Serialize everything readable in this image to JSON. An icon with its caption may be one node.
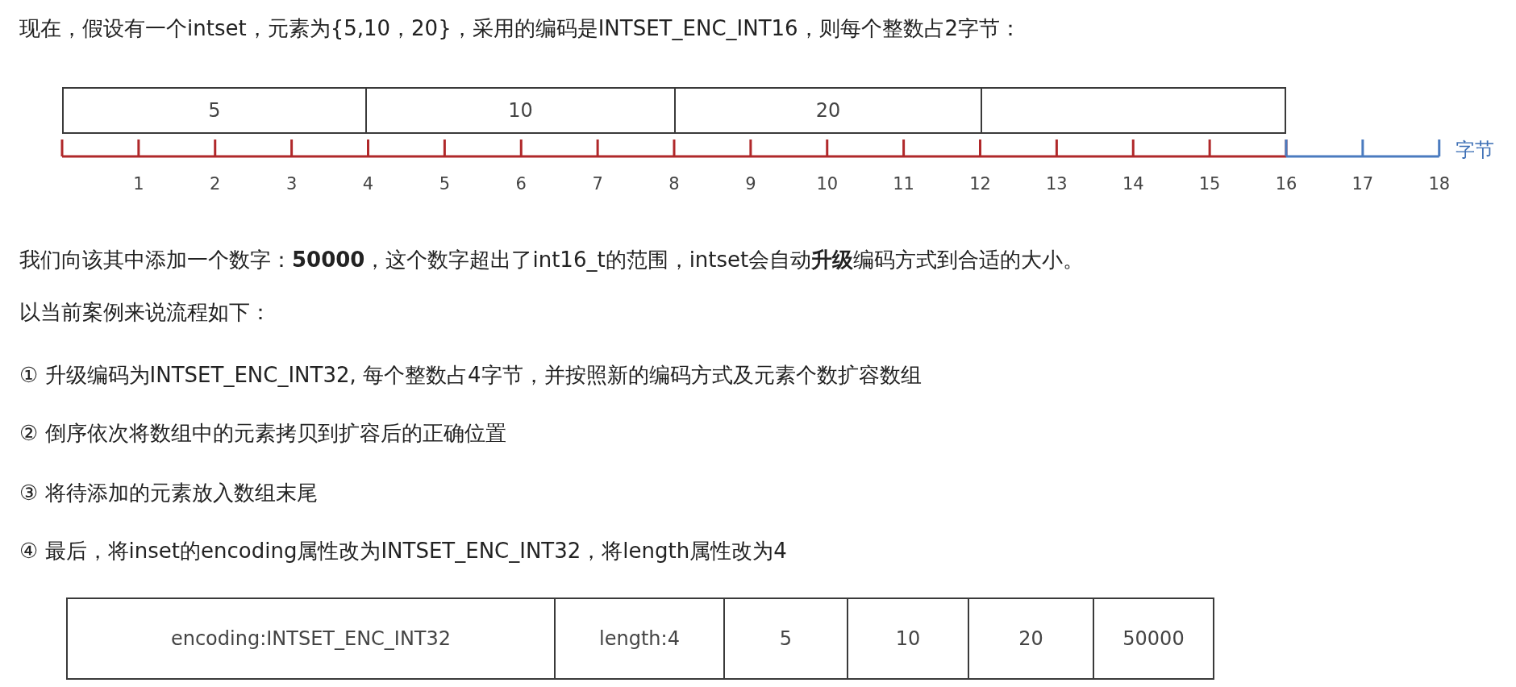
{
  "diagram": {
    "nodes": [
      {
        "text": [
          "5"
        ]
      },
      {
        "text": [
          "10"
        ]
      },
      {
        "text": [
          "20"
        ]
      },
      {
        "text": [],
        "shape": "box"
      },
      {
        "text": [
          "encoding:INTSET_ENC_INT32"
        ]
      },
      {
        "text": [
          "length:4"
        ]
      },
      {
        "text": [
          "5"
        ]
      },
      {
        "text": [
          "10"
        ]
      },
      {
        "text": [
          "20"
        ]
      },
      {
        "text": [
          "50000"
        ]
      }
    ],
    "edges": [],
    "labels": [
      "现在，假设有一个intset，元素为{5,10，20}，采用的编码是INTSET_ENC_INT16，则每个整数占2字节：",
      "1",
      "2",
      "3",
      "4",
      "5",
      "6",
      "7",
      "8",
      "9",
      "10",
      "11",
      "12",
      "13",
      "14",
      "15",
      "16",
      "17",
      "18",
      "字节",
      "我们向该其中添加一个数字：**50000**，这个数字超出了int16_t的范围，intset会自动**升级**编码方式到合适的大小。",
      "以当前案例来说流程如下：",
      "①  升级编码为INTSET_ENC_INT32, 每个整数占4字节，并按照新的编码方式及元素个数扩容数组",
      "②  倒序依次将数组中的元素拷贝到扩容后的正确位置",
      "③  将待添加的元素放入数组末尾",
      "④  最后，将inset的encoding属性改为INTSET_ENC_INT32，将length属性改为4"
    ]
  }
}
